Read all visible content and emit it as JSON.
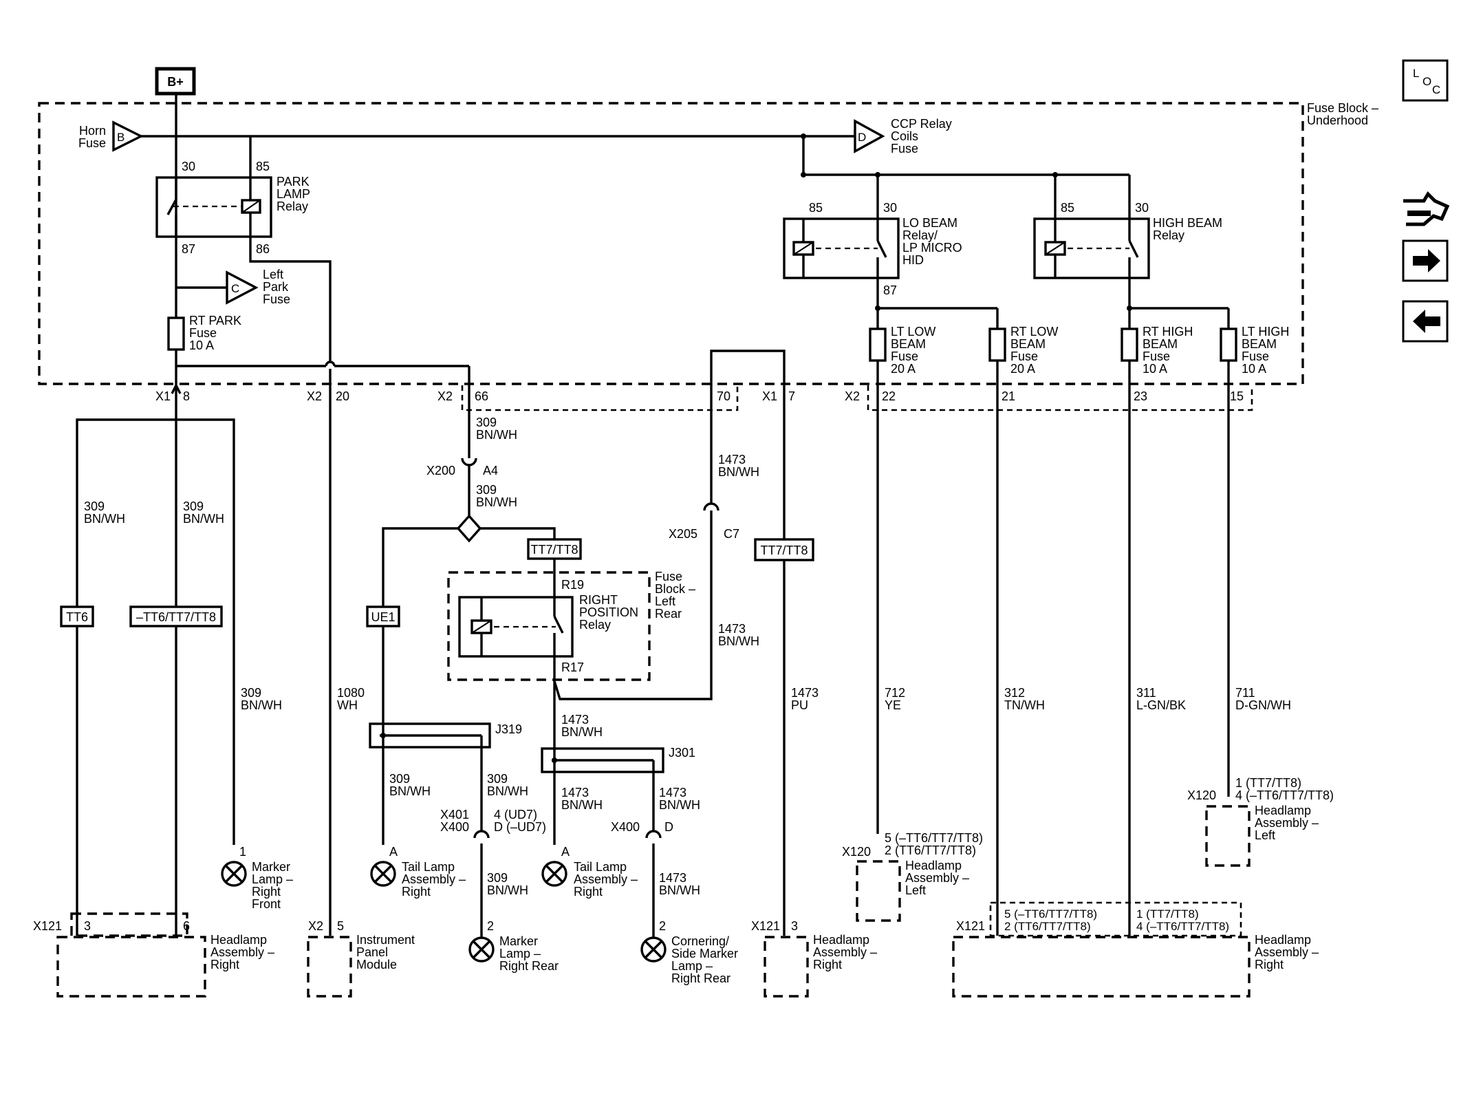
{
  "source_badge": "B+",
  "loc_label": {
    "L": "L",
    "O": "O",
    "C": "C"
  },
  "nav": {
    "tools_icon": "tools-icon",
    "forward_icon": "arrow-right-icon",
    "back_icon": "arrow-left-icon"
  },
  "fuse_block_underhood": [
    "Fuse Block –",
    "Underhood"
  ],
  "horn_fuse": {
    "lines": [
      "Horn",
      "Fuse"
    ],
    "pin": "B"
  },
  "ccp_fuse": {
    "lines": [
      "CCP Relay",
      "Coils",
      "Fuse"
    ],
    "pin": "D"
  },
  "left_park_fuse": {
    "lines": [
      "Left",
      "Park",
      "Fuse"
    ],
    "pin": "C"
  },
  "park_lamp_relay": {
    "lines": [
      "PARK",
      "LAMP",
      "Relay"
    ],
    "pin30": "30",
    "pin85": "85",
    "pin87": "87",
    "pin86": "86"
  },
  "rt_park_fuse": [
    "RT PARK",
    "Fuse",
    "10 A"
  ],
  "lo_beam_relay": {
    "lines": [
      "LO BEAM",
      "Relay/",
      "LP MICRO",
      "HID"
    ],
    "pin85": "85",
    "pin30": "30",
    "pin87": "87"
  },
  "high_beam_relay": {
    "lines": [
      "HIGH BEAM",
      "Relay"
    ],
    "pin85": "85",
    "pin30": "30"
  },
  "lt_low_fuse": [
    "LT LOW",
    "BEAM",
    "Fuse",
    "20 A"
  ],
  "rt_low_fuse": [
    "RT LOW",
    "BEAM",
    "Fuse",
    "20 A"
  ],
  "rt_high_fuse": [
    "RT HIGH",
    "BEAM",
    "Fuse",
    "10 A"
  ],
  "lt_high_fuse": [
    "LT HIGH",
    "BEAM",
    "Fuse",
    "10 A"
  ],
  "connectors": {
    "x1_a": "X1",
    "x1_a_pin": "8",
    "x2_a": "X2",
    "x2_a_pin": "20",
    "x2_b": "X2",
    "x2_b_pin": "66",
    "pin70": "70",
    "x1_b": "X1",
    "x1_b_pin": "7",
    "x2_c": "X2",
    "x2_c_pin": "22",
    "pin21": "21",
    "pin23": "23",
    "pin15": "15"
  },
  "wires": {
    "w309_a": [
      "309",
      "BN/WH"
    ],
    "w309_x200_top": [
      "309",
      "BN/WH"
    ],
    "w309_x200_bot": [
      "309",
      "BN/WH"
    ],
    "w309_b": [
      "309",
      "BN/WH"
    ],
    "w309_c": [
      "309",
      "BN/WH"
    ],
    "w309_d": [
      "309",
      "BN/WH"
    ],
    "w1080": [
      "1080",
      "WH"
    ],
    "w1473_top": [
      "1473",
      "BN/WH"
    ],
    "w1473_mid": [
      "1473",
      "BN/WH"
    ],
    "w1473_r17": [
      "1473",
      "BN/WH"
    ],
    "w1473_pu": [
      "1473",
      "PU"
    ],
    "w712": [
      "712",
      "YE"
    ],
    "w312": [
      "312",
      "TN/WH"
    ],
    "w311": [
      "311",
      "L-GN/BK"
    ],
    "w711": [
      "711",
      "D-GN/WH"
    ],
    "w309_j319_l": [
      "309",
      "BN/WH"
    ],
    "w309_j319_r": [
      "309",
      "BN/WH"
    ],
    "w309_x400": [
      "309",
      "BN/WH"
    ],
    "w1473_j301_l": [
      "1473",
      "BN/WH"
    ],
    "w1473_j301_r": [
      "1473",
      "BN/WH"
    ],
    "w1473_x400d": [
      "1473",
      "BN/WH"
    ]
  },
  "options": {
    "tt6": "TT6",
    "tt6_7_8": "–TT6/TT7/TT8",
    "ue1": "UE1",
    "tt7_tt8_a": "TT7/TT8",
    "tt7_tt8_b": "TT7/TT8"
  },
  "x200": {
    "name": "X200",
    "pin": "A4"
  },
  "x205": {
    "name": "X205",
    "pin": "C7"
  },
  "right_position_relay": {
    "lines": [
      "RIGHT",
      "POSITION",
      "Relay"
    ],
    "r19": "R19",
    "r17": "R17"
  },
  "fuse_block_left_rear": [
    "Fuse",
    "Block –",
    "Left",
    "Rear"
  ],
  "splice_j319": "J319",
  "splice_j301": "J301",
  "x401_x400": {
    "names": [
      "X401",
      "X400"
    ],
    "pins": [
      "4 (UD7)",
      "D (–UD7)"
    ]
  },
  "x400_d": {
    "name": "X400",
    "pin": "D"
  },
  "x120_left": {
    "name": "X120",
    "pins": [
      "5 (–TT6/TT7/TT8)",
      "2 (TT6/TT7/TT8)"
    ]
  },
  "x120_right": {
    "name": "X120",
    "pins": [
      "1 (TT7/TT8)",
      "4 (–TT6/TT7/TT8)"
    ]
  },
  "marker_front": {
    "pin": "1",
    "lines": [
      "Marker",
      "Lamp –",
      "Right",
      "Front"
    ]
  },
  "tail_lamp_a": {
    "pin": "A",
    "lines": [
      "Tail Lamp",
      "Assembly –",
      "Right"
    ]
  },
  "tail_lamp_b": {
    "pin": "A",
    "lines": [
      "Tail Lamp",
      "Assembly –",
      "Right"
    ]
  },
  "marker_rear": {
    "pin": "2",
    "lines": [
      "Marker",
      "Lamp –",
      "Right Rear"
    ]
  },
  "cornering": {
    "pin": "2",
    "lines": [
      "Cornering/",
      "Side Marker",
      "Lamp –",
      "Right Rear"
    ]
  },
  "x121_a": {
    "name": "X121",
    "pins": [
      "3",
      "6"
    ]
  },
  "x2_ipm": {
    "name": "X2",
    "pin": "5"
  },
  "x121_b": {
    "name": "X121",
    "pin": "3"
  },
  "x121_c": {
    "name": "X121",
    "pins_left": [
      "5 (–TT6/TT7/TT8)",
      "2 (TT6/TT7/TT8)"
    ],
    "pins_right": [
      "1 (TT7/TT8)",
      "4 (–TT6/TT7/TT8)"
    ]
  },
  "headlamp_right_a": [
    "Headlamp",
    "Assembly –",
    "Right"
  ],
  "ipm": [
    "Instrument",
    "Panel",
    "Module"
  ],
  "headlamp_right_b": [
    "Headlamp",
    "Assembly –",
    "Right"
  ],
  "headlamp_left_a": [
    "Headlamp",
    "Assembly –",
    "Left"
  ],
  "headlamp_left_b": [
    "Headlamp",
    "Assembly –",
    "Left"
  ],
  "headlamp_right_c": [
    "Headlamp",
    "Assembly –",
    "Right"
  ]
}
